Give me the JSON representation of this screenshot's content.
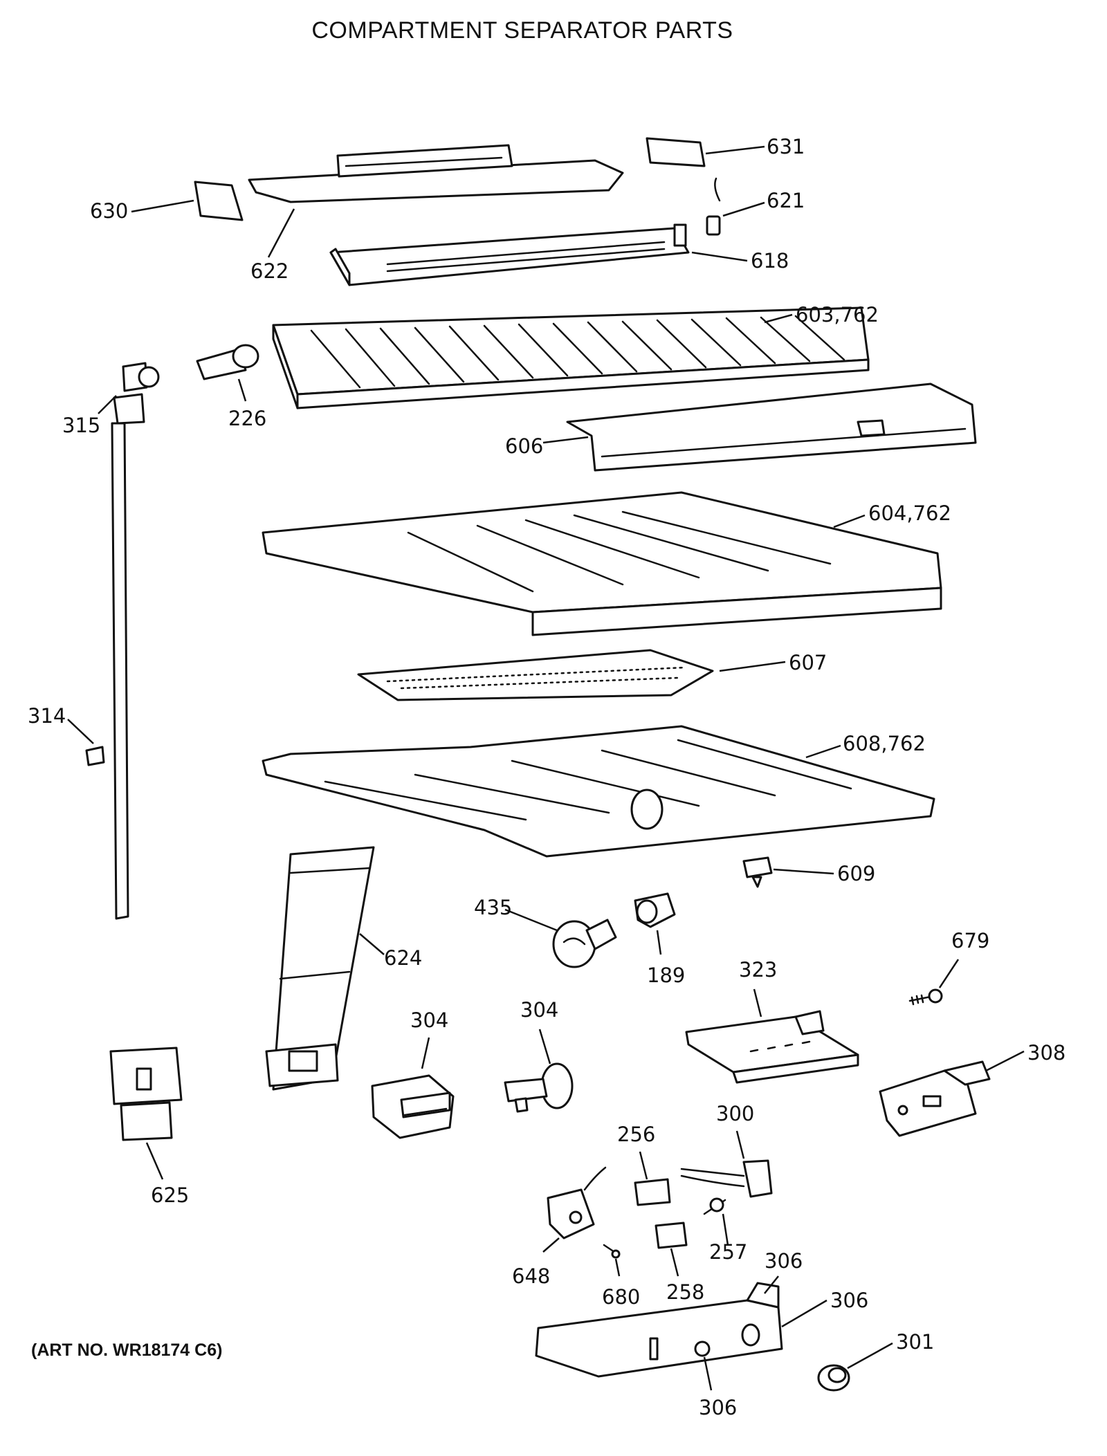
{
  "title": "COMPARTMENT SEPARATOR PARTS",
  "art_number": "(ART NO. WR18174 C6)",
  "callouts": {
    "p631": "631",
    "p630": "630",
    "p621": "621",
    "p622": "622",
    "p618": "618",
    "p603": "603,762",
    "p315": "315",
    "p226": "226",
    "p606": "606",
    "p604": "604,762",
    "p607": "607",
    "p314": "314",
    "p608": "608,762",
    "p609": "609",
    "p435": "435",
    "p624": "624",
    "p189": "189",
    "p679": "679",
    "p323": "323",
    "p304a": "304",
    "p304b": "304",
    "p308": "308",
    "p625": "625",
    "p300": "300",
    "p256": "256",
    "p257": "257",
    "p648": "648",
    "p680": "680",
    "p258": "258",
    "p306a": "306",
    "p306b": "306",
    "p306c": "306",
    "p301": "301"
  }
}
